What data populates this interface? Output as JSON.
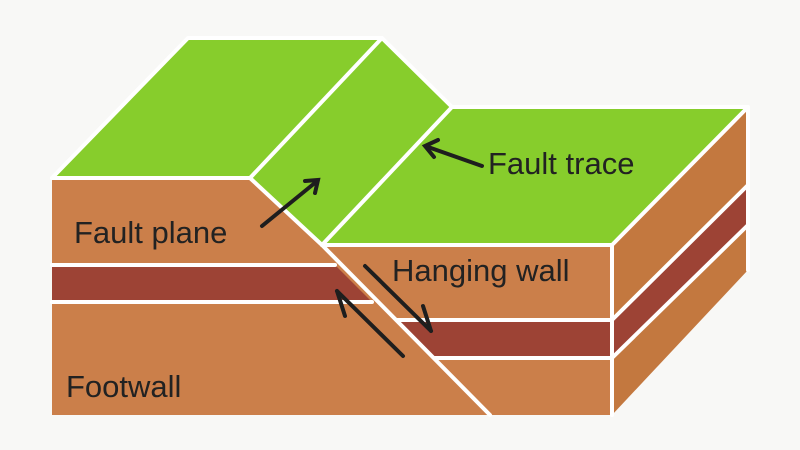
{
  "labels": {
    "fault_trace": "Fault trace",
    "fault_plane": "Fault plane",
    "hanging_wall": "Hanging wall",
    "footwall": "Footwall"
  },
  "colors": {
    "background": "#f8f8f6",
    "grass": "#87cd2c",
    "soil_front": "#cb7f4a",
    "soil_side": "#c3783f",
    "red_layer": "#9d4335",
    "edge": "#ffffff",
    "arrow": "#1e1e1e"
  }
}
